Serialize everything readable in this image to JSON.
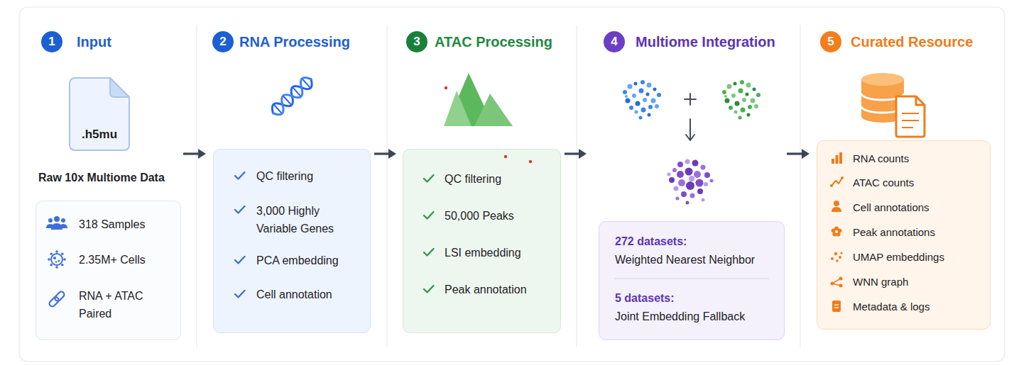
{
  "diagram": {
    "nodes": [
      {
        "text": [
          "Input"
        ]
      },
      {
        "text": [
          "1"
        ],
        "in": 0
      },
      {
        "text": [
          ".h5mu"
        ],
        "in": 0
      },
      {
        "text": [
          "Raw 10x Multiome Data",
          "318 Samples",
          "2.35M+ Cells",
          "RNA + ATAC Paired"
        ],
        "in": 0
      },
      {
        "text": [
          "RNA Processing"
        ]
      },
      {
        "text": [
          "2"
        ],
        "in": 4
      },
      {
        "text": [
          "QC filtering",
          "3,000 Highly Variable Genes",
          "PCA embedding",
          "Cell annotation"
        ],
        "in": 4
      },
      {
        "text": [
          "ATAC Processing"
        ]
      },
      {
        "text": [
          "3"
        ],
        "in": 7
      },
      {
        "text": [
          "QC filtering",
          "50,000 Peaks",
          "LSI embedding",
          "Peak annotation"
        ],
        "in": 7
      },
      {
        "text": [
          "Multiome Integration"
        ]
      },
      {
        "text": [
          "4"
        ],
        "in": 10
      },
      {
        "text": [
          "272 datasets:",
          "Weighted Nearest Neighbor",
          "5 datasets:",
          "Joint Embedding Fallback"
        ],
        "in": 10
      },
      {
        "text": [
          "Curated Resource"
        ]
      },
      {
        "text": [
          "5"
        ],
        "in": 13
      },
      {
        "text": [
          "RNA counts",
          "ATAC counts",
          "Cell annotations",
          "Peak annotations",
          "UMAP embeddings",
          "WNN graph",
          "Metadata & logs"
        ],
        "in": 13
      }
    ],
    "edges": [
      {
        "from": 0,
        "to": 4,
        "arrow": "to"
      },
      {
        "from": 4,
        "to": 7,
        "arrow": "to"
      },
      {
        "from": 7,
        "to": 10,
        "arrow": "to"
      },
      {
        "from": 10,
        "to": 13,
        "arrow": "to"
      }
    ]
  }
}
